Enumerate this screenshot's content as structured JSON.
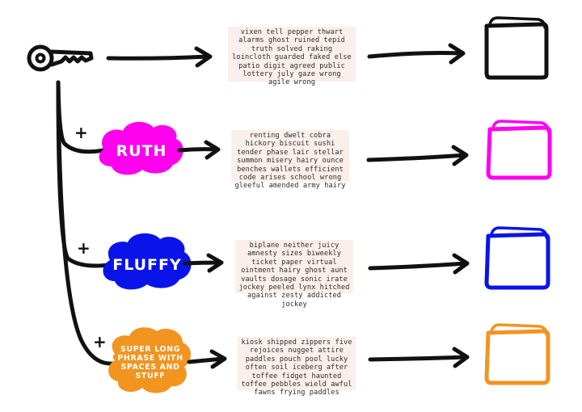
{
  "diagram": {
    "seeds": {
      "main": "vixen tell pepper thwart alarms ghost ruined tepid truth solved raking loincloth guarded faked else patio digit agreed public lottery july gaze wrong agile wrong",
      "ruth": "renting dwelt cobra hickory biscuit sushi tender phase lair stellar summon misery hairy ounce benches wallets efficient code arises school wrong gleeful amended army hairy",
      "fluffy": "biplane neither juicy amnesty sizes biweekly ticket paper virtual ointment hairy ghost aunt vaults dosage sonic irate jockey peeled lynx hitched against zesty addicted jockey",
      "super": "kiosk shipped zippers five rejoices nugget attire paddles pouch pool lucky often soil iceberg after toffee fidget haunted toffee pebbles wield awful fawns frying paddles"
    },
    "passphrases": {
      "ruth": "RUTH",
      "fluffy": "FLUFFY",
      "super": "SUPER LONG PHRASE WITH SPACES AND STUFF"
    },
    "plus_sign": "+",
    "colors": {
      "ink": "#111111",
      "ruth": "#ff00ee",
      "fluffy": "#0a14e8",
      "super": "#f29420",
      "seed_bg": "#fbefeb"
    },
    "icons": {
      "key": "key-icon",
      "wallet": "wallet-icon"
    }
  }
}
